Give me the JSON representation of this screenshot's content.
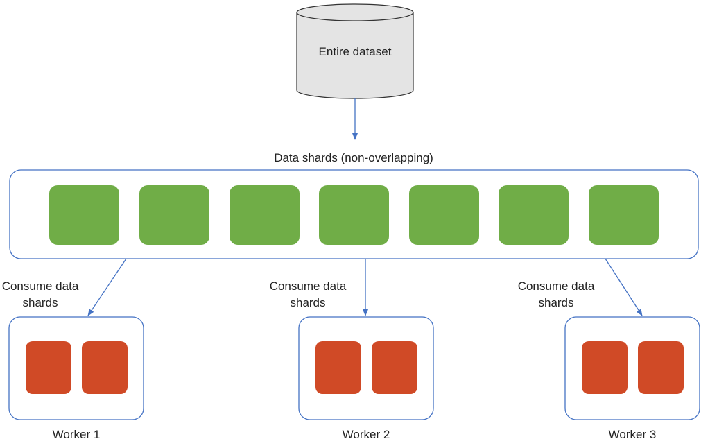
{
  "dataset": {
    "label": "Entire dataset"
  },
  "shards": {
    "title": "Data shards (non-overlapping)",
    "count": 7,
    "color": "#70ad47"
  },
  "workers": [
    {
      "label": "Worker 1",
      "consume_line1": "Consume data",
      "consume_line2": "shards",
      "shard_count": 2
    },
    {
      "label": "Worker 2",
      "consume_line1": "Consume data",
      "consume_line2": "shards",
      "shard_count": 2
    },
    {
      "label": "Worker 3",
      "consume_line1": "Consume data",
      "consume_line2": "shards",
      "shard_count": 2
    }
  ],
  "colors": {
    "outline": "#4472c4",
    "worker_shard": "#d04a26",
    "cylinder_fill": "#e4e4e4",
    "cylinder_stroke": "#333333"
  }
}
